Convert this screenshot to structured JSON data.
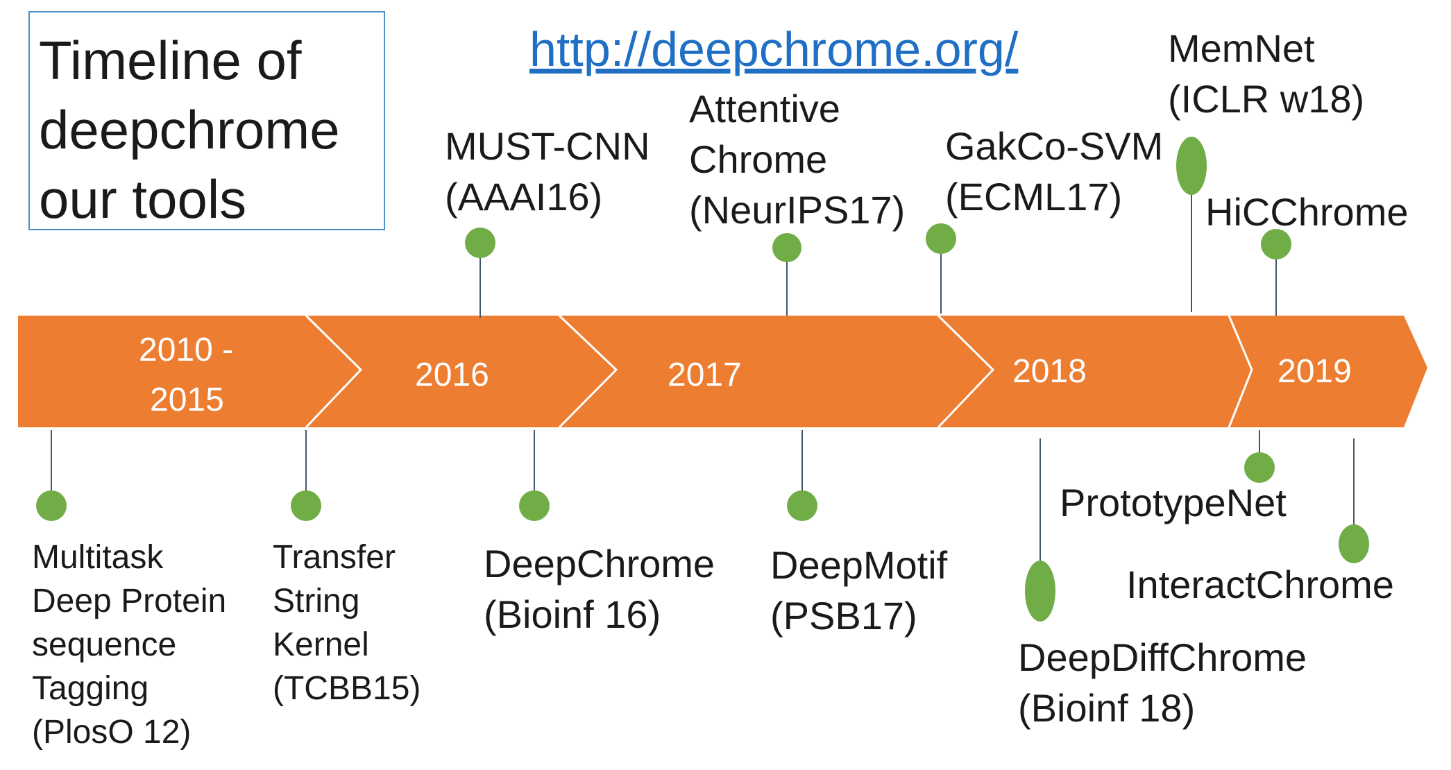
{
  "title": {
    "lines": [
      "Timeline of",
      "deepchrome",
      "our tools"
    ]
  },
  "url": "http://deepchrome.org/",
  "years": [
    "2010 -",
    "2015",
    "2016",
    "2017",
    "2018",
    "2019"
  ],
  "tools": [
    {
      "lines": [
        "Multitask",
        "Deep Protein",
        "sequence",
        "Tagging",
        "(PlosO 12)"
      ]
    },
    {
      "lines": [
        "Transfer",
        "String",
        "Kernel",
        "(TCBB15)"
      ]
    },
    {
      "lines": [
        "MUST-CNN",
        "(AAAI16)"
      ]
    },
    {
      "lines": [
        "DeepChrome",
        "(Bioinf 16)"
      ]
    },
    {
      "lines": [
        "Attentive",
        "Chrome",
        "(NeurIPS17)"
      ]
    },
    {
      "lines": [
        "DeepMotif",
        "(PSB17)"
      ]
    },
    {
      "lines": [
        "GakCo-SVM",
        "(ECML17)"
      ]
    },
    {
      "lines": [
        "DeepDiffChrome",
        "(Bioinf 18)"
      ]
    },
    {
      "lines": [
        "MemNet",
        "(ICLR w18)"
      ]
    },
    {
      "lines": [
        "HiCChrome"
      ]
    },
    {
      "lines": [
        "PrototypeNet"
      ]
    },
    {
      "lines": [
        "InteractChrome"
      ]
    }
  ],
  "colors": {
    "arrow": "#ed7d31",
    "dot": "#70ad47",
    "connector": "#44546a",
    "url": "#1f6fc5",
    "title_border": "#4a90c8"
  }
}
